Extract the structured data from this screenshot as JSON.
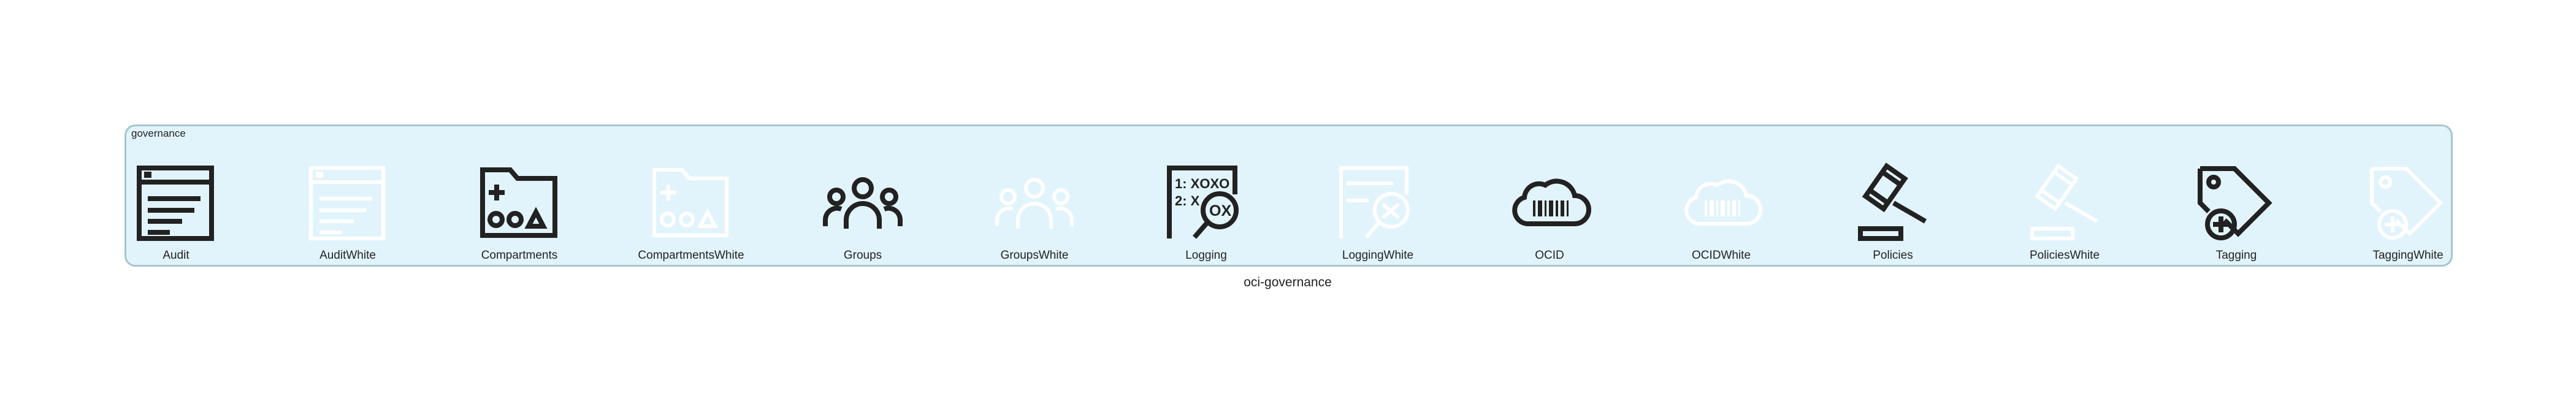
{
  "container": {
    "label": "governance"
  },
  "diagram": {
    "title": "oci-governance"
  },
  "colors": {
    "panel_bg": "#e2f4fb",
    "panel_border": "#a7c4d0",
    "icon_dark": "#222222",
    "icon_light": "#ffffff"
  },
  "icons": [
    {
      "caption": "Audit",
      "icon": "audit-icon",
      "variant": "dark"
    },
    {
      "caption": "AuditWhite",
      "icon": "audit-icon",
      "variant": "white"
    },
    {
      "caption": "Compartments",
      "icon": "compartments-icon",
      "variant": "dark"
    },
    {
      "caption": "CompartmentsWhite",
      "icon": "compartments-icon",
      "variant": "white"
    },
    {
      "caption": "Groups",
      "icon": "groups-icon",
      "variant": "dark"
    },
    {
      "caption": "GroupsWhite",
      "icon": "groups-icon",
      "variant": "white"
    },
    {
      "caption": "Logging",
      "icon": "logging-icon",
      "variant": "dark",
      "glyph_text": [
        "1: XOXO",
        "2: X",
        "OX"
      ]
    },
    {
      "caption": "LoggingWhite",
      "icon": "logging-icon",
      "variant": "white"
    },
    {
      "caption": "OCID",
      "icon": "ocid-icon",
      "variant": "dark"
    },
    {
      "caption": "OCIDWhite",
      "icon": "ocid-icon",
      "variant": "white"
    },
    {
      "caption": "Policies",
      "icon": "policies-icon",
      "variant": "dark"
    },
    {
      "caption": "PoliciesWhite",
      "icon": "policies-icon",
      "variant": "white"
    },
    {
      "caption": "Tagging",
      "icon": "tagging-icon",
      "variant": "dark"
    },
    {
      "caption": "TaggingWhite",
      "icon": "tagging-icon",
      "variant": "white"
    }
  ]
}
